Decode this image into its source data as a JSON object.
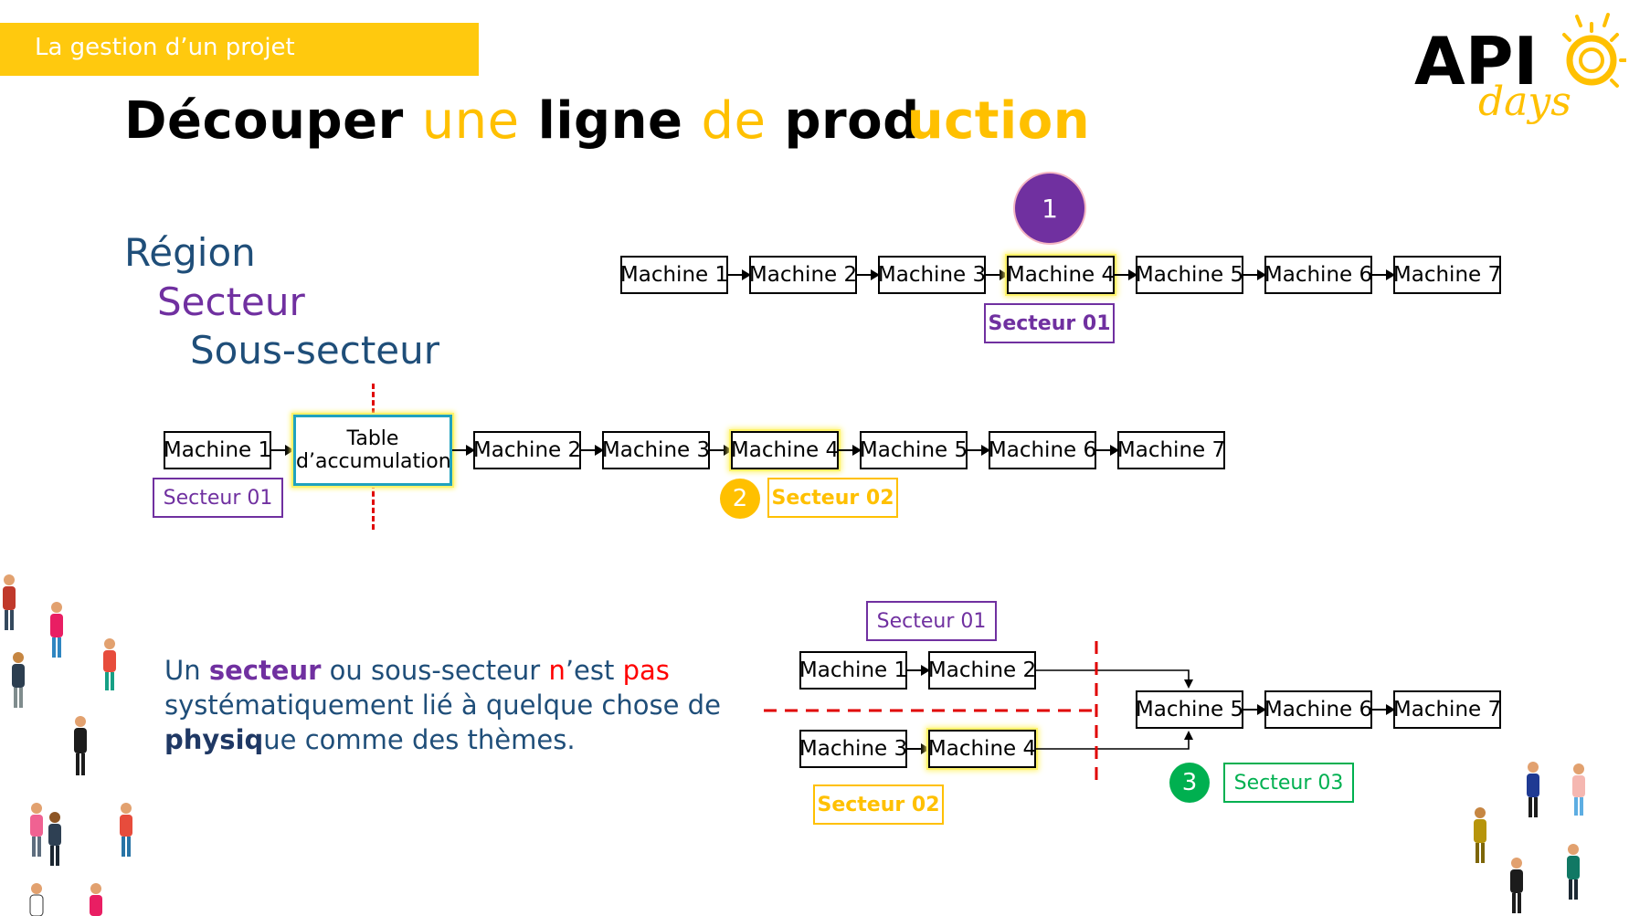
{
  "banner": {
    "text": "La gestion d’un projet"
  },
  "title": {
    "w1": "Découper",
    "w2": "une",
    "w3": "ligne",
    "w4": "de",
    "w5a": "prod",
    "w5b": "uction"
  },
  "hierarchy": {
    "region": "Région",
    "secteur": "Secteur",
    "sous_secteur": "Sous-secteur"
  },
  "diagram1": {
    "badge": "1",
    "machines": [
      "Machine 1",
      "Machine 2",
      "Machine 3",
      "Machine 4",
      "Machine 5",
      "Machine 6",
      "Machine 7"
    ],
    "sector": "Secteur 01"
  },
  "diagram2": {
    "badge": "2",
    "machines": [
      "Machine 1",
      "Machine 2",
      "Machine 3",
      "Machine 4",
      "Machine 5",
      "Machine 6",
      "Machine 7"
    ],
    "table_line1": "Table",
    "table_line2": "d’accumulation",
    "sector_a": "Secteur 01",
    "sector_b": "Secteur 02"
  },
  "diagram3": {
    "badge": "3",
    "machines": [
      "Machine 1",
      "Machine 2",
      "Machine 3",
      "Machine 4",
      "Machine 5",
      "Machine 6",
      "Machine 7"
    ],
    "sector_a": "Secteur 01",
    "sector_b": "Secteur 02",
    "sector_c": "Secteur 03"
  },
  "note": {
    "p1": "Un ",
    "p2": "secteur",
    "p3": " ou sous-secteur ",
    "p4": "n",
    "p5": "’est ",
    "p6": "pas",
    "p7": " systématiquement lié à quelque chose de ",
    "p8": "physiq",
    "p9": "ue comme des thèmes."
  },
  "logo": {
    "api": "API",
    "days": "days"
  },
  "colors": {
    "banner": "#FFC90E",
    "accent_yellow": "#FFC000",
    "purple": "#7030A0",
    "navy": "#1F4E79",
    "green": "#00B050",
    "red": "#FF0000",
    "teal": "#1FA2BF"
  }
}
